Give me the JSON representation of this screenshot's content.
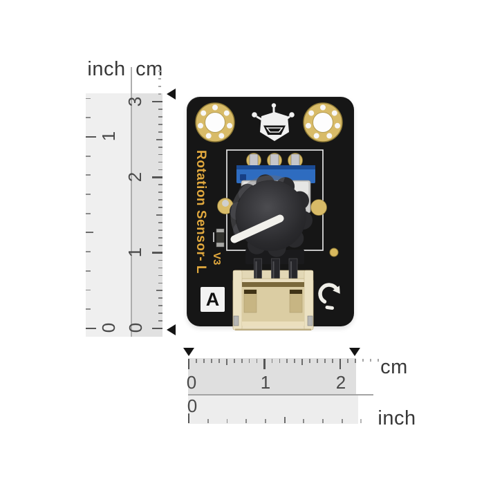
{
  "module": {
    "side_text": "Rotation Sensor- L",
    "version_text": "V3",
    "corner_label": "A",
    "icons": [
      "dfrobot-logo-icon",
      "rotation-arrow-icon",
      "mounting-hole",
      "potentiometer-knob"
    ],
    "colors": {
      "board": "#161616",
      "gold_pads": "#D8BB68",
      "silk_text_gold": "#E2A93E",
      "potentiometer_blue": "#2E6CC0",
      "knob_black": "#2B2B2E",
      "connector_cream": "#EADFC1",
      "indicator_stripe": "#F2F1EC"
    }
  },
  "rulers": {
    "vertical": {
      "unit_left": "inch",
      "unit_right": "cm",
      "cm_numbers": [
        "3",
        "2",
        "1",
        "0"
      ],
      "inch_numbers": [
        "1",
        "0"
      ],
      "cm_range": [
        0,
        3
      ],
      "inch_range": [
        0,
        1.2
      ],
      "marker": "black triangles at 0 and 3 cm (board height)"
    },
    "horizontal": {
      "unit_top": "cm",
      "unit_bottom": "inch",
      "cm_numbers": [
        "0",
        "1",
        "2"
      ],
      "inch_numbers": [
        "0"
      ],
      "cm_range": [
        0,
        2.2
      ],
      "inch_range": [
        0,
        0.9
      ],
      "marker": "black triangles at 0 and 2.2 cm (board width)"
    }
  }
}
